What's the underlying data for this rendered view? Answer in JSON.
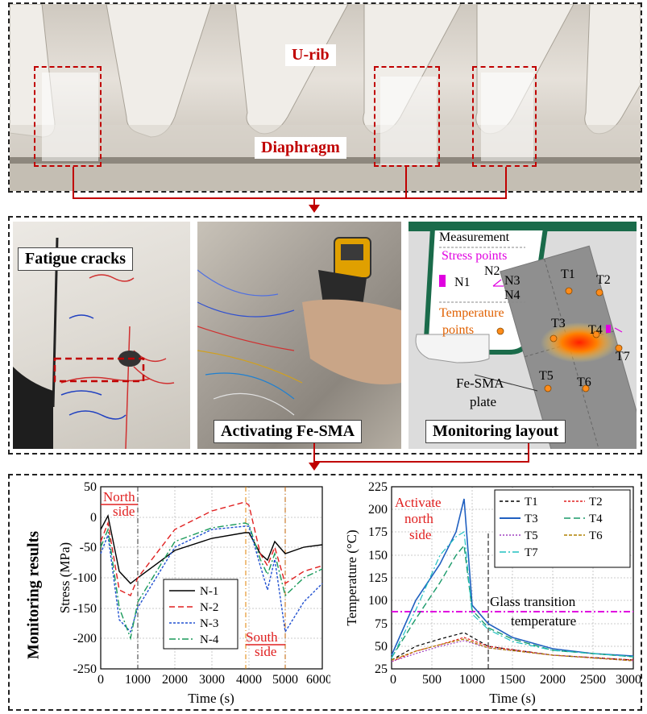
{
  "top_panel": {
    "labels": {
      "urib": "U-rib",
      "diaphragm": "Diaphragm"
    }
  },
  "middle_panel": {
    "photo1": {
      "label": "Fatigue cracks"
    },
    "photo2": {
      "label": "Activating Fe-SMA"
    },
    "layout": {
      "label": "Monitoring layout",
      "measurement": "Measurement",
      "stress_points": "Stress points",
      "stress_ids": [
        "N1",
        "N2",
        "N3",
        "N4"
      ],
      "temperature_points": "Temperature",
      "temperature_points2": "points",
      "plate_label1": "Fe-SMA",
      "plate_label2": "plate",
      "temp_ids": [
        "T1",
        "T2",
        "T3",
        "T4",
        "T5",
        "T6",
        "T7"
      ]
    }
  },
  "bottom_panel": {
    "side_label": "Monitoring results"
  },
  "colors": {
    "accent_red": "#c00000",
    "magenta": "#e000e0",
    "orange_text": "#e06000",
    "plate_gray": "#999999",
    "rib_green": "#1a6b4a"
  },
  "chart_data": [
    {
      "type": "line",
      "title": "",
      "xlabel": "Time (s)",
      "ylabel": "Stress (MPa)",
      "xlim": [
        0,
        6000
      ],
      "ylim": [
        -250,
        50
      ],
      "xticks": [
        0,
        1000,
        2000,
        3000,
        4000,
        5000,
        6000
      ],
      "yticks": [
        50,
        0,
        -50,
        -100,
        -150,
        -200,
        -250
      ],
      "grid": true,
      "legend_position": "lower-center-left",
      "annotations": [
        "North side",
        "South side"
      ],
      "series": [
        {
          "name": "N-1",
          "x": [
            0,
            200,
            500,
            800,
            1000,
            2000,
            3000,
            3900,
            4000,
            4300,
            4500,
            4700,
            5000,
            5500,
            6000
          ],
          "values": [
            -20,
            10,
            -90,
            -110,
            -100,
            -55,
            -35,
            -25,
            -25,
            -60,
            -70,
            -40,
            -60,
            -50,
            -45
          ]
        },
        {
          "name": "N-2",
          "x": [
            0,
            200,
            500,
            800,
            1000,
            2000,
            3000,
            3900,
            4000,
            4300,
            4500,
            4700,
            5000,
            5500,
            6000
          ],
          "values": [
            -40,
            -10,
            -120,
            -130,
            -100,
            -20,
            10,
            25,
            20,
            -60,
            -80,
            -50,
            -110,
            -90,
            -80
          ]
        },
        {
          "name": "N-3",
          "x": [
            0,
            200,
            500,
            800,
            1000,
            2000,
            3000,
            3900,
            4000,
            4300,
            4500,
            4700,
            5000,
            5500,
            6000
          ],
          "values": [
            -60,
            -30,
            -170,
            -190,
            -150,
            -50,
            -20,
            -15,
            -15,
            -80,
            -120,
            -70,
            -190,
            -140,
            -110
          ]
        },
        {
          "name": "N-4",
          "x": [
            0,
            200,
            500,
            800,
            1000,
            2000,
            3000,
            3900,
            4000,
            4300,
            4500,
            4700,
            5000,
            5500,
            6000
          ],
          "values": [
            -50,
            -20,
            -150,
            -200,
            -140,
            -40,
            -18,
            -10,
            -12,
            -70,
            -95,
            -60,
            -130,
            -100,
            -85
          ]
        }
      ]
    },
    {
      "type": "line",
      "title": "",
      "xlabel": "Time (s)",
      "ylabel": "Temperature (°C)",
      "xlim": [
        0,
        3000
      ],
      "ylim": [
        25,
        225
      ],
      "xticks": [
        0,
        500,
        1000,
        1500,
        2000,
        2500,
        3000
      ],
      "yticks": [
        225,
        200,
        175,
        150,
        125,
        100,
        75,
        50,
        25
      ],
      "grid": true,
      "legend_position": "upper-right",
      "annotations": [
        "Activate north side",
        "Glass transition temperature"
      ],
      "reference_line": {
        "name": "Glass transition temperature",
        "y": 84
      },
      "series": [
        {
          "name": "T1",
          "x": [
            0,
            300,
            600,
            900,
            1200,
            2000,
            3000
          ],
          "values": [
            35,
            50,
            58,
            65,
            50,
            40,
            35
          ]
        },
        {
          "name": "T2",
          "x": [
            0,
            300,
            600,
            900,
            1200,
            2000,
            3000
          ],
          "values": [
            33,
            45,
            52,
            60,
            50,
            40,
            35
          ]
        },
        {
          "name": "T3",
          "x": [
            0,
            300,
            600,
            800,
            900,
            1000,
            1200,
            1500,
            2000,
            2500,
            3000
          ],
          "values": [
            40,
            100,
            140,
            175,
            212,
            90,
            70,
            55,
            42,
            37,
            34
          ]
        },
        {
          "name": "T4",
          "x": [
            0,
            300,
            600,
            800,
            900,
            1000,
            1200,
            1500,
            2000,
            2500,
            3000
          ],
          "values": [
            38,
            80,
            120,
            150,
            160,
            85,
            65,
            52,
            40,
            36,
            33
          ]
        },
        {
          "name": "T5",
          "x": [
            0,
            300,
            600,
            900,
            1200,
            2000,
            3000
          ],
          "values": [
            33,
            42,
            50,
            56,
            48,
            40,
            34
          ]
        },
        {
          "name": "T6",
          "x": [
            0,
            300,
            600,
            900,
            1200,
            2000,
            3000
          ],
          "values": [
            34,
            45,
            52,
            58,
            48,
            40,
            34
          ]
        },
        {
          "name": "T7",
          "x": [
            0,
            300,
            600,
            800,
            900,
            1000,
            1200,
            1500,
            2000,
            2500,
            3000
          ],
          "values": [
            36,
            90,
            150,
            170,
            175,
            80,
            62,
            50,
            40,
            36,
            33
          ]
        }
      ]
    }
  ]
}
